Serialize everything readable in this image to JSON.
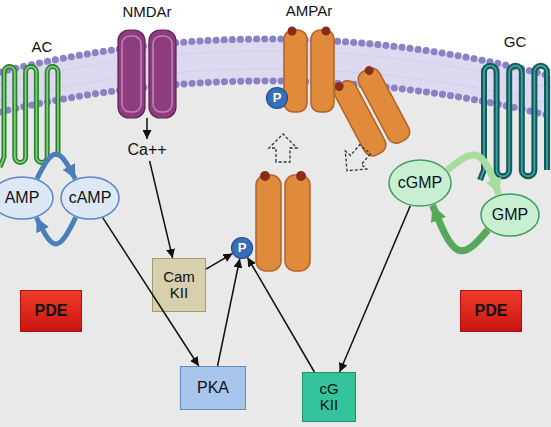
{
  "diagram": {
    "nodes": [
      {
        "text": [
          "AC"
        ]
      },
      {
        "text": [
          "NMDAr"
        ]
      },
      {
        "text": [
          "AMPAr"
        ]
      },
      {
        "text": [
          "P"
        ],
        "in": 2
      },
      {
        "text": [
          "GC"
        ]
      },
      {
        "text": [
          "Ca++"
        ]
      },
      {
        "text": [
          "AMP"
        ]
      },
      {
        "text": [
          "cAMP"
        ]
      },
      {
        "text": [
          "P"
        ]
      },
      {
        "text": [
          "cGMP"
        ]
      },
      {
        "text": [
          "GMP"
        ]
      },
      {
        "text": [
          "Cam KII"
        ]
      },
      {
        "text": [
          "PDE"
        ]
      },
      {
        "text": [
          "PDE"
        ]
      },
      {
        "text": [
          "PKA"
        ]
      },
      {
        "text": [
          "cG KII"
        ]
      }
    ],
    "edges": [
      {
        "from": 1,
        "to": 5,
        "arrow": "to"
      },
      {
        "from": 5,
        "to": 11,
        "arrow": "to"
      },
      {
        "from": 6,
        "to": 7,
        "arrow": "to"
      },
      {
        "from": 7,
        "to": 6,
        "arrow": "to"
      },
      {
        "from": 7,
        "to": 14,
        "arrow": "to"
      },
      {
        "from": 11,
        "to": 8,
        "arrow": "to"
      },
      {
        "from": 14,
        "to": 8,
        "arrow": "to"
      },
      {
        "from": 15,
        "to": 8,
        "arrow": "to"
      },
      {
        "from": 9,
        "to": 15,
        "arrow": "to"
      },
      {
        "from": 9,
        "to": 10,
        "arrow": "to"
      },
      {
        "from": 10,
        "to": 9,
        "arrow": "to"
      }
    ]
  }
}
